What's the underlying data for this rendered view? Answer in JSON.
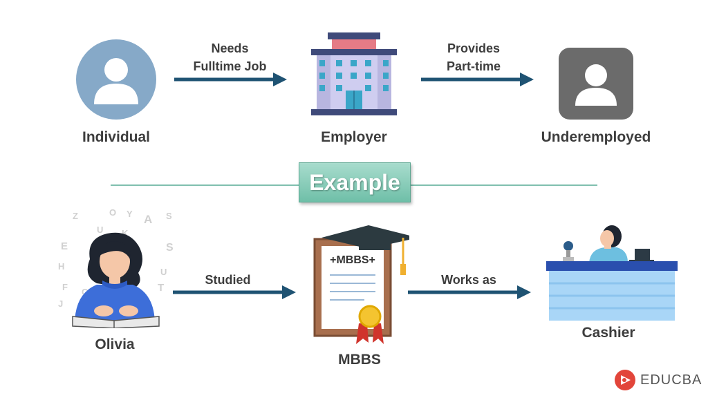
{
  "top_row": {
    "individual_label": "Individual",
    "employer_label": "Employer",
    "underemployed_label": "Underemployed",
    "arrow1_line1": "Needs",
    "arrow1_line2": "Fulltime Job",
    "arrow2_line1": "Provides",
    "arrow2_line2": "Part-time"
  },
  "divider": {
    "label": "Example"
  },
  "bottom_row": {
    "person_label": "Olivia",
    "degree_label": "MBBS",
    "certificate_text": "+MBBS+",
    "job_label": "Cashier",
    "arrow1_text": "Studied",
    "arrow2_text": "Works as"
  },
  "brand": {
    "name": "EDUCBA"
  },
  "colors": {
    "arrow": "#1f5373",
    "individual_circle": "#86a9c8",
    "underemployed_square": "#6b6b6b",
    "example_box": "#7cc5b0"
  },
  "icons": [
    "person-icon",
    "building-icon",
    "person-icon",
    "student-icon",
    "certificate-icon",
    "cashier-icon",
    "educba-logo-icon"
  ]
}
